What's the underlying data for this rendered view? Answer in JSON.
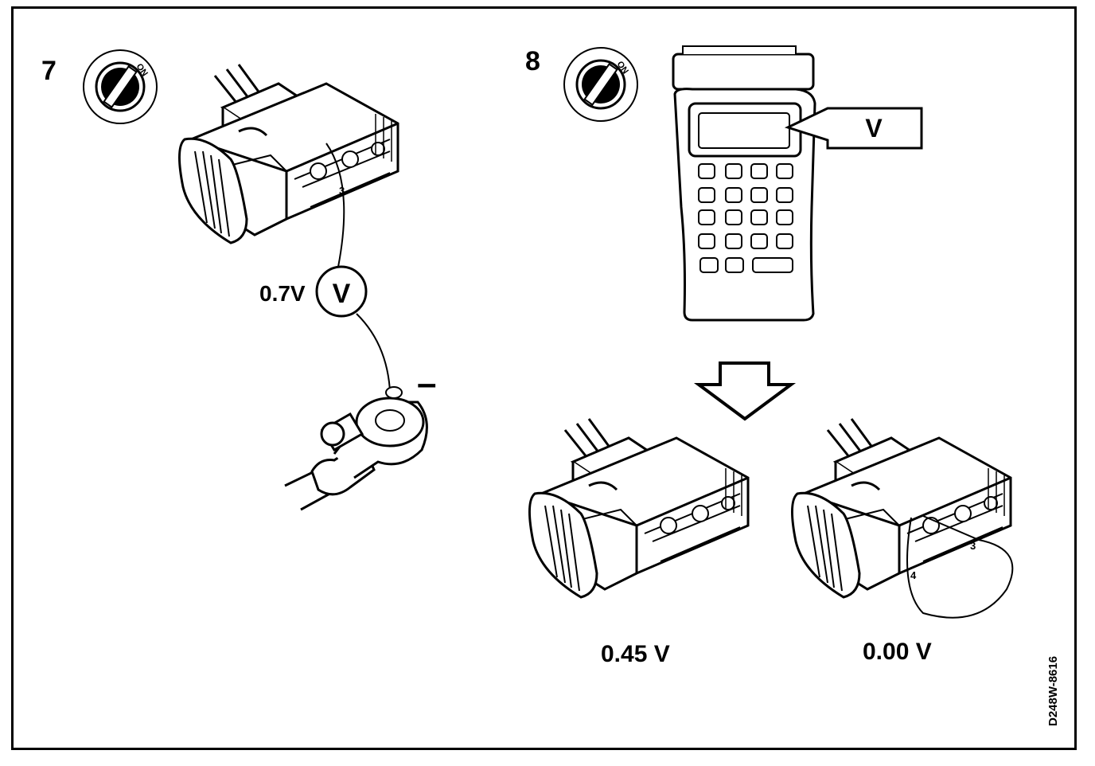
{
  "step7": {
    "number": "7",
    "ignition_label": "ON",
    "pin_label": "3",
    "voltage_label": "0.7V",
    "meter_symbol": "V",
    "ground_symbol": "–"
  },
  "step8": {
    "number": "8",
    "ignition_label": "ON",
    "tester_display_symbol": "V",
    "left_connector_reading": "0.45 V",
    "right_connector_reading": "0.00 V",
    "right_connector_pin_a": "4",
    "right_connector_pin_b": "3"
  },
  "figure_code": "D248W-8616"
}
